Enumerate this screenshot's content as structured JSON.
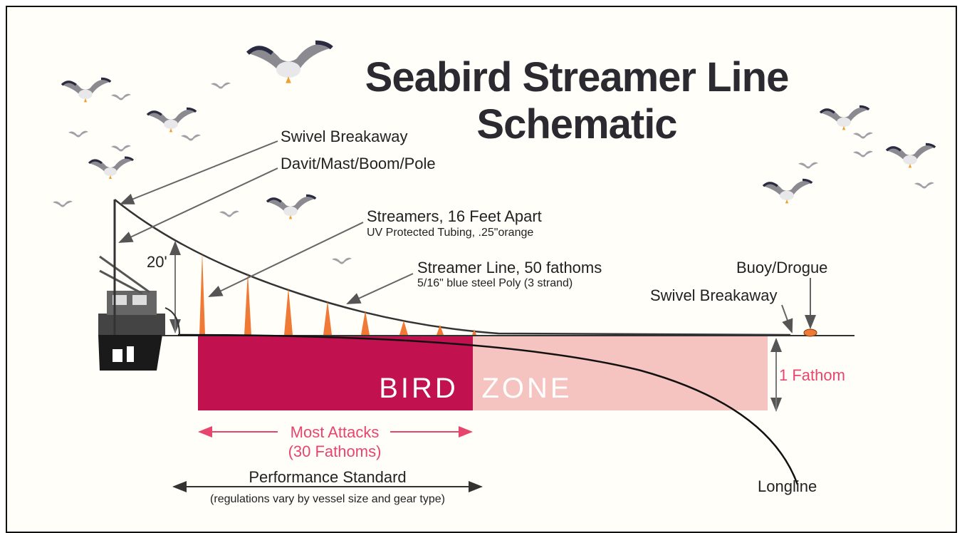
{
  "title": {
    "line1": "Seabird Streamer Line",
    "line2": "Schematic"
  },
  "labels": {
    "swivel_breakaway_top": "Swivel Breakaway",
    "davit": "Davit/Mast/Boom/Pole",
    "streamers": "Streamers, 16 Feet Apart",
    "streamers_sub": "UV Protected Tubing, .25\"orange",
    "streamer_line": "Streamer Line, 50 fathoms",
    "streamer_line_sub": "5/16\" blue steel Poly (3 strand)",
    "height": "20'",
    "buoy": "Buoy/Drogue",
    "swivel_breakaway_right": "Swivel Breakaway",
    "fathom": "1 Fathom",
    "bird": "BIRD",
    "zone": "ZONE",
    "most_attacks": "Most Attacks",
    "most_attacks_sub": "(30 Fathoms)",
    "performance": "Performance Standard",
    "performance_sub": "(regulations vary by vessel size and gear type)",
    "longline": "Longline"
  },
  "colors": {
    "bird_zone_dark": "#c1124f",
    "bird_zone_light": "#f6c4c0",
    "streamer": "#f07a35",
    "accent_pink": "#e8456e",
    "line": "#333333"
  },
  "icons": [
    "seabird-icon",
    "vessel-icon",
    "buoy-icon"
  ]
}
